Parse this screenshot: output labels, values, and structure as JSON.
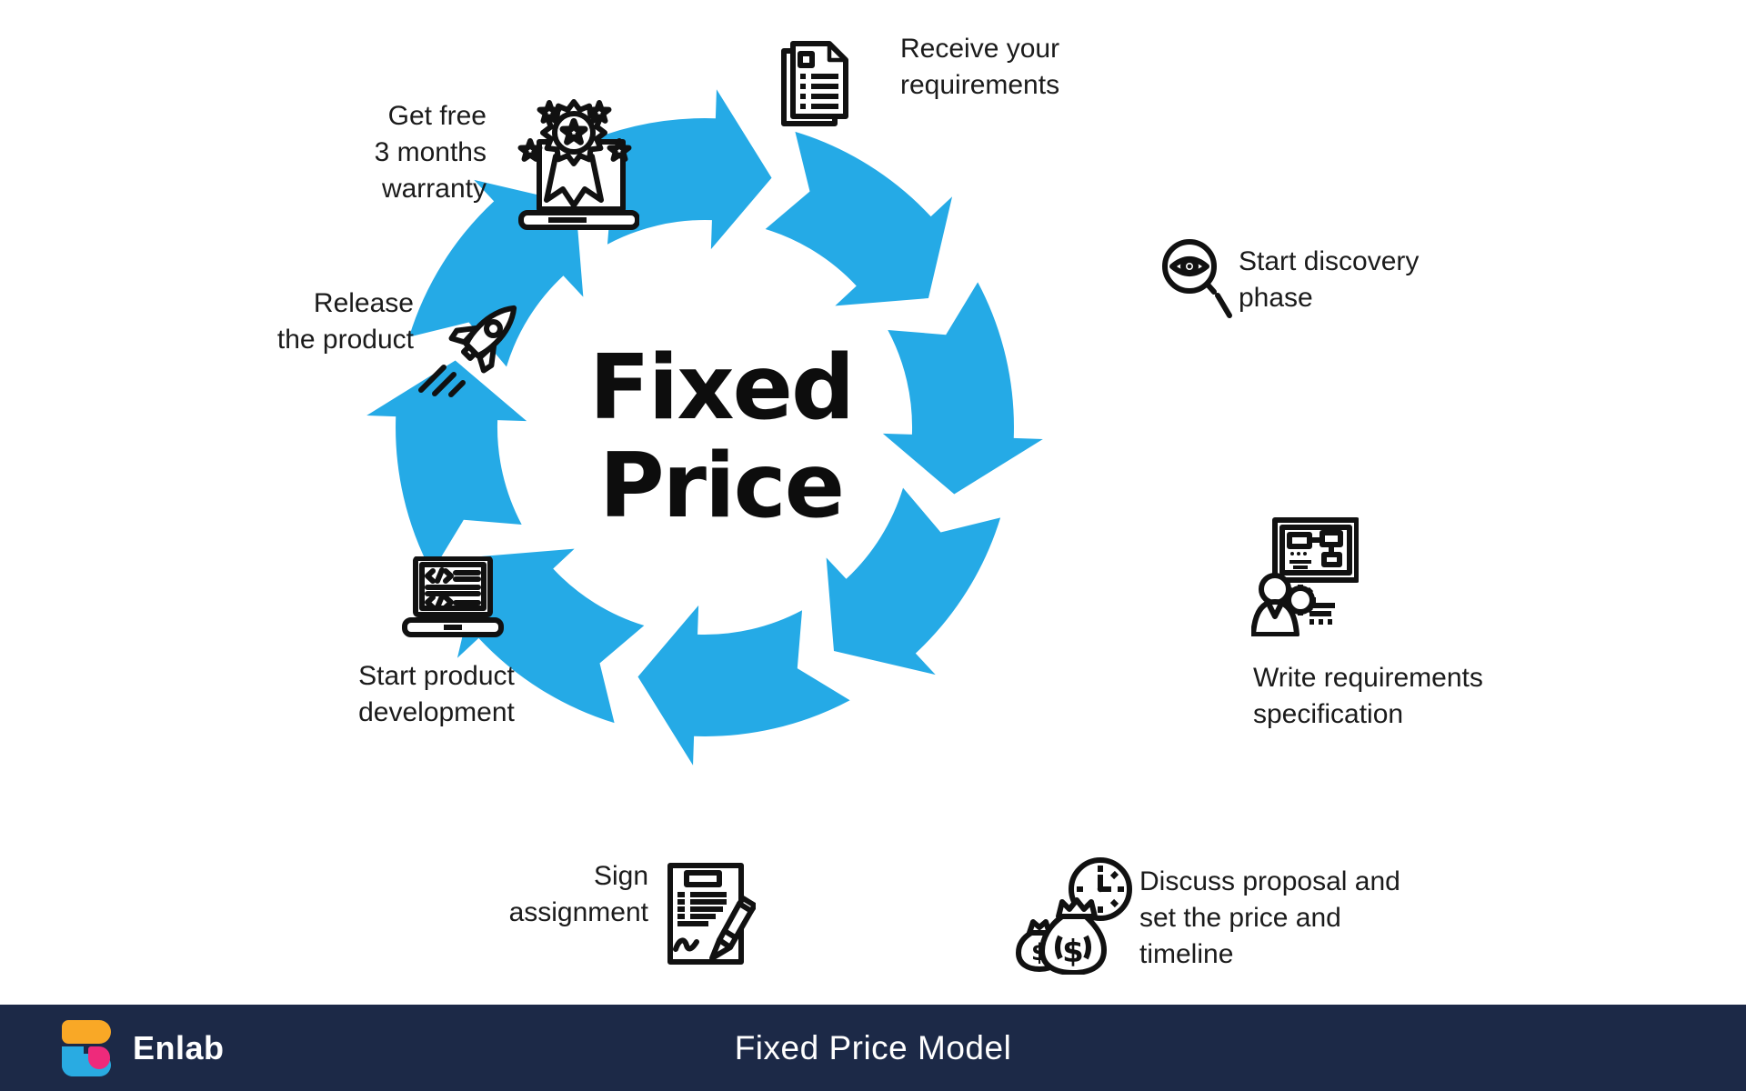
{
  "colors": {
    "arrow_blue": "#25aae6",
    "icon_ink": "#111111",
    "label_text": "#1b1b1b",
    "title_text": "#0d0d0d",
    "footer_bg": "#1c2947",
    "footer_text": "#ffffff",
    "logo_orange": "#f9a826",
    "logo_pink": "#ee2a7b",
    "logo_cyan": "#29abe2"
  },
  "diagram": {
    "center_title": {
      "lines": [
        "Fixed",
        "Price"
      ]
    },
    "steps": [
      {
        "name": "receive-requirements",
        "icon": "document-icon",
        "lines": [
          "Receive your",
          "requirements"
        ]
      },
      {
        "name": "start-discovery-phase",
        "icon": "magnifier-eye-icon",
        "lines": [
          "Start discovery",
          "phase"
        ]
      },
      {
        "name": "write-requirements-spec",
        "icon": "specification-board-icon",
        "lines": [
          "Write requirements",
          "specification"
        ]
      },
      {
        "name": "discuss-proposal",
        "icon": "money-time-icon",
        "lines": [
          "Discuss proposal and",
          "set the price and",
          "timeline"
        ]
      },
      {
        "name": "sign-assignment",
        "icon": "contract-pen-icon",
        "lines": [
          "Sign",
          "assignment"
        ]
      },
      {
        "name": "start-product-development",
        "icon": "laptop-code-icon",
        "lines": [
          "Start product",
          "development"
        ]
      },
      {
        "name": "release-the-product",
        "icon": "rocket-icon",
        "lines": [
          "Release",
          "the product"
        ]
      },
      {
        "name": "free-warranty",
        "icon": "award-laptop-icon",
        "lines": [
          "Get free",
          "3 months",
          "warranty"
        ]
      }
    ]
  },
  "footer": {
    "brand": "Enlab",
    "caption": "Fixed Price Model"
  }
}
